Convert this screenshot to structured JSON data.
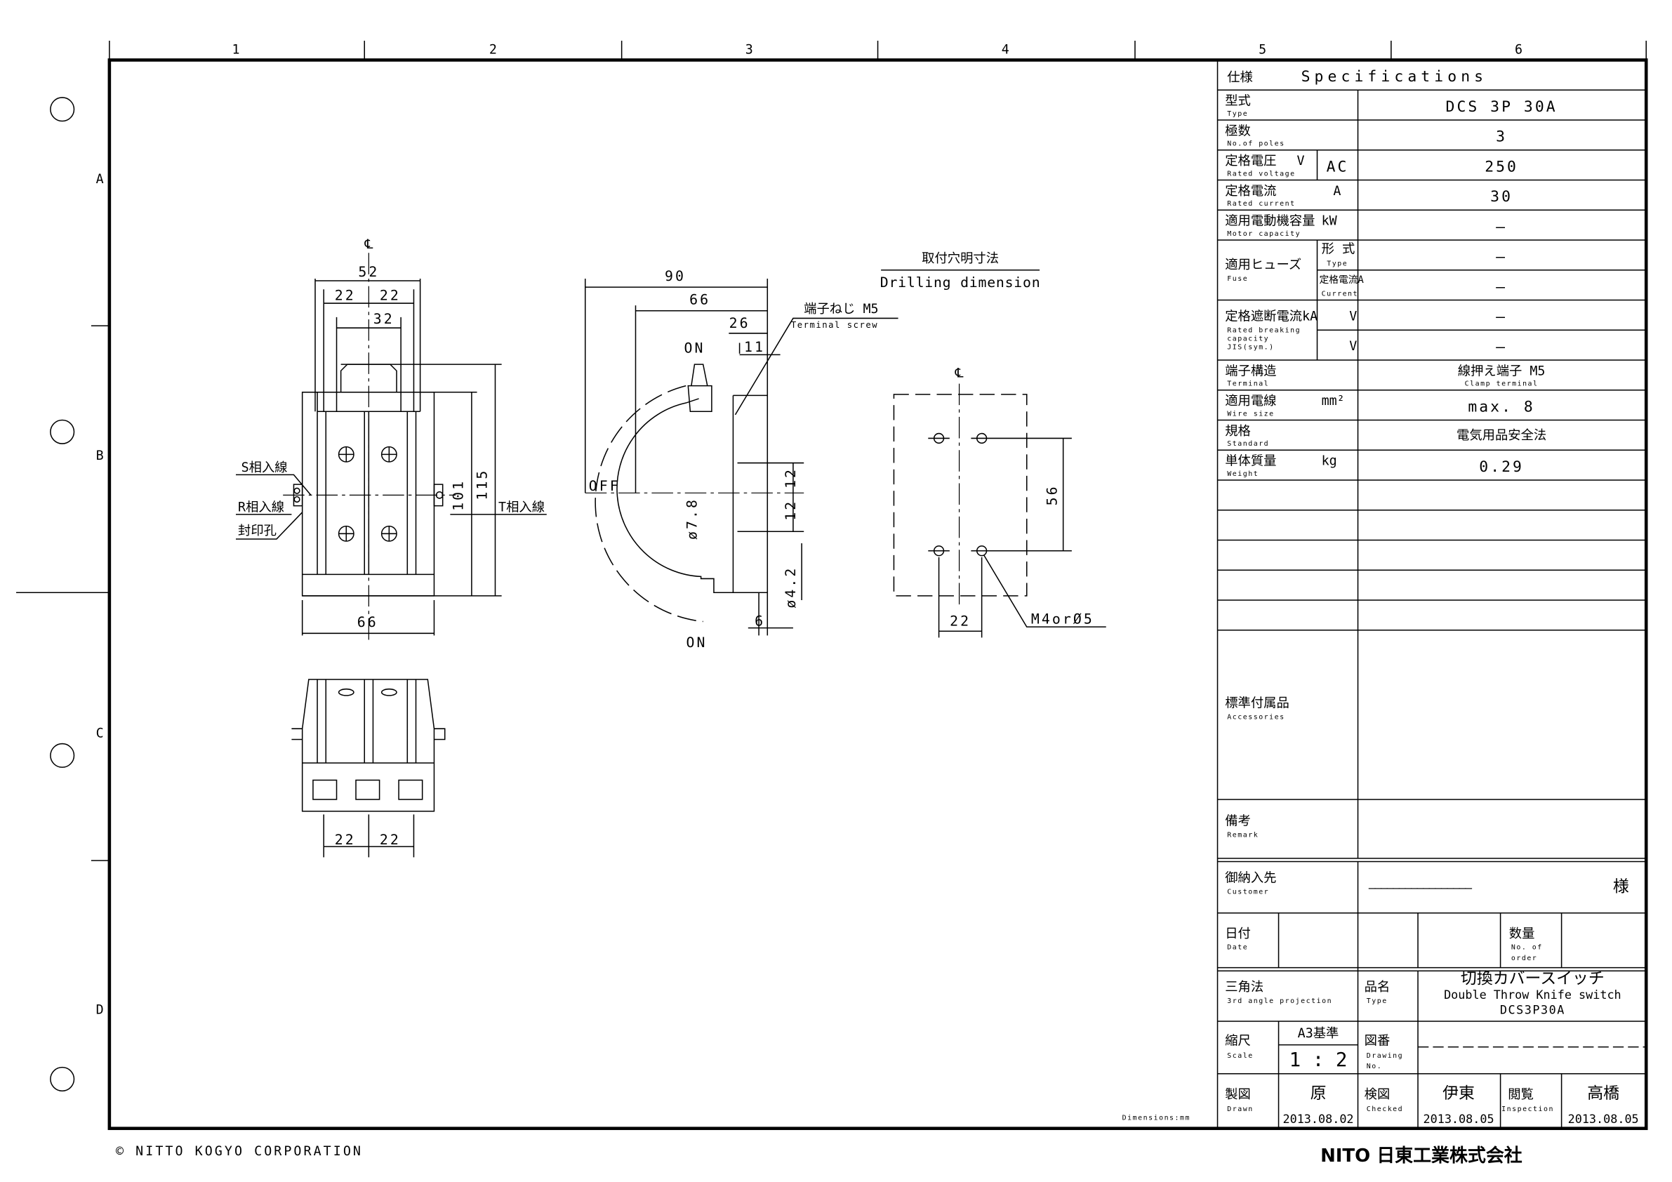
{
  "frame": {
    "columns": [
      "1",
      "2",
      "3",
      "4",
      "5",
      "6"
    ],
    "rows": [
      "A",
      "B",
      "C",
      "D"
    ],
    "dimensions_note": "Dimensions:mm",
    "copyright": "© NITTO KOGYO CORPORATION",
    "company_logo": "NITO 日東工業株式会社"
  },
  "spec": {
    "header_jp": "仕様",
    "header_en": "Specifications",
    "rows": [
      {
        "jp": "型式",
        "en": "Type",
        "unit": "",
        "value": "DCS 3P 30A"
      },
      {
        "jp": "極数",
        "en": "No.of poles",
        "unit": "",
        "value": "3"
      },
      {
        "jp": "定格電圧",
        "en": "Rated voltage",
        "unit": "V",
        "sub": "AC",
        "value": "250"
      },
      {
        "jp": "定格電流",
        "en": "Rated current",
        "unit": "A",
        "value": "30"
      },
      {
        "jp": "適用電動機容量",
        "en": "Motor capacity",
        "unit": "kW",
        "value": "–"
      },
      {
        "jp": "適用ヒューズ",
        "en": "Fuse",
        "sub1_jp": "形 式",
        "sub1_en": "Type",
        "sub2_jp": "定格電流A",
        "sub2_en": "Current",
        "value1": "–",
        "value2": "–"
      },
      {
        "jp": "定格遮断電流kA",
        "en1": "Rated breaking",
        "en2": "capacity",
        "en3": "JIS(sym.)",
        "sub1": "V",
        "sub2": "V",
        "value1": "–",
        "value2": "–"
      },
      {
        "jp": "端子構造",
        "en": "Terminal",
        "value_jp": "線押え端子 M5",
        "value_en": "Clamp terminal"
      },
      {
        "jp": "適用電線",
        "en": "Wire size",
        "unit": "mm²",
        "value": "max. 8"
      },
      {
        "jp": "規格",
        "en": "Standard",
        "value": "電気用品安全法"
      },
      {
        "jp": "単体質量",
        "en": "Weight",
        "unit": "kg",
        "value": "0.29"
      }
    ],
    "accessories_jp": "標準付属品",
    "accessories_en": "Accessories",
    "remark_jp": "備考",
    "remark_en": "Remark"
  },
  "title_block": {
    "customer_jp": "御納入先",
    "customer_en": "Customer",
    "customer_value": "―――――――――――――――――",
    "customer_suffix": "様",
    "date_jp": "日付",
    "date_en": "Date",
    "qty_jp": "数量",
    "qty_en1": "No. of",
    "qty_en2": "order",
    "projection_jp": "三角法",
    "projection_en": "3rd angle projection",
    "name_jp": "品名",
    "name_en": "Type",
    "product_jp": "切換カバースイッチ",
    "product_en": "Double Throw Knife switch",
    "product_code": "DCS3P30A",
    "scale_jp": "縮尺",
    "scale_en": "Scale",
    "scale_basis": "A3基準",
    "scale_value": "1 : 2",
    "drawing_no_jp": "図番",
    "drawing_no_en1": "Drawing",
    "drawing_no_en2": "No.",
    "drawn_jp": "製図",
    "drawn_en": "Drawn",
    "drawn_name": "原",
    "drawn_date": "2013.08.02",
    "checked_jp": "検図",
    "checked_en": "Checked",
    "checked_name": "伊東",
    "checked_date": "2013.08.05",
    "inspection_jp": "閲覧",
    "inspection_en": "Inspection",
    "inspection_name": "高橋",
    "inspection_date": "2013.08.05"
  },
  "front_view": {
    "cl": "℄",
    "dims": [
      "52",
      "22",
      "22",
      "32",
      "101",
      "115",
      "66"
    ],
    "labels": [
      "S相入線",
      "R相入線",
      "封印孔",
      "T相入線"
    ]
  },
  "bottom_view": {
    "dims": [
      "22",
      "22"
    ]
  },
  "side_view": {
    "dims": [
      "90",
      "66",
      "26",
      "11",
      "12",
      "12",
      "ø7.8",
      "ø4.2",
      "6"
    ],
    "labels": [
      "ON",
      "OFF",
      "ON"
    ],
    "terminal_jp": "端子ねじ M5",
    "terminal_en": "Terminal screw"
  },
  "drilling": {
    "title_jp": "取付穴明寸法",
    "title_en": "Drilling dimension",
    "cl": "℄",
    "dims": [
      "56",
      "22"
    ],
    "hole_label": "M4orØ5"
  }
}
